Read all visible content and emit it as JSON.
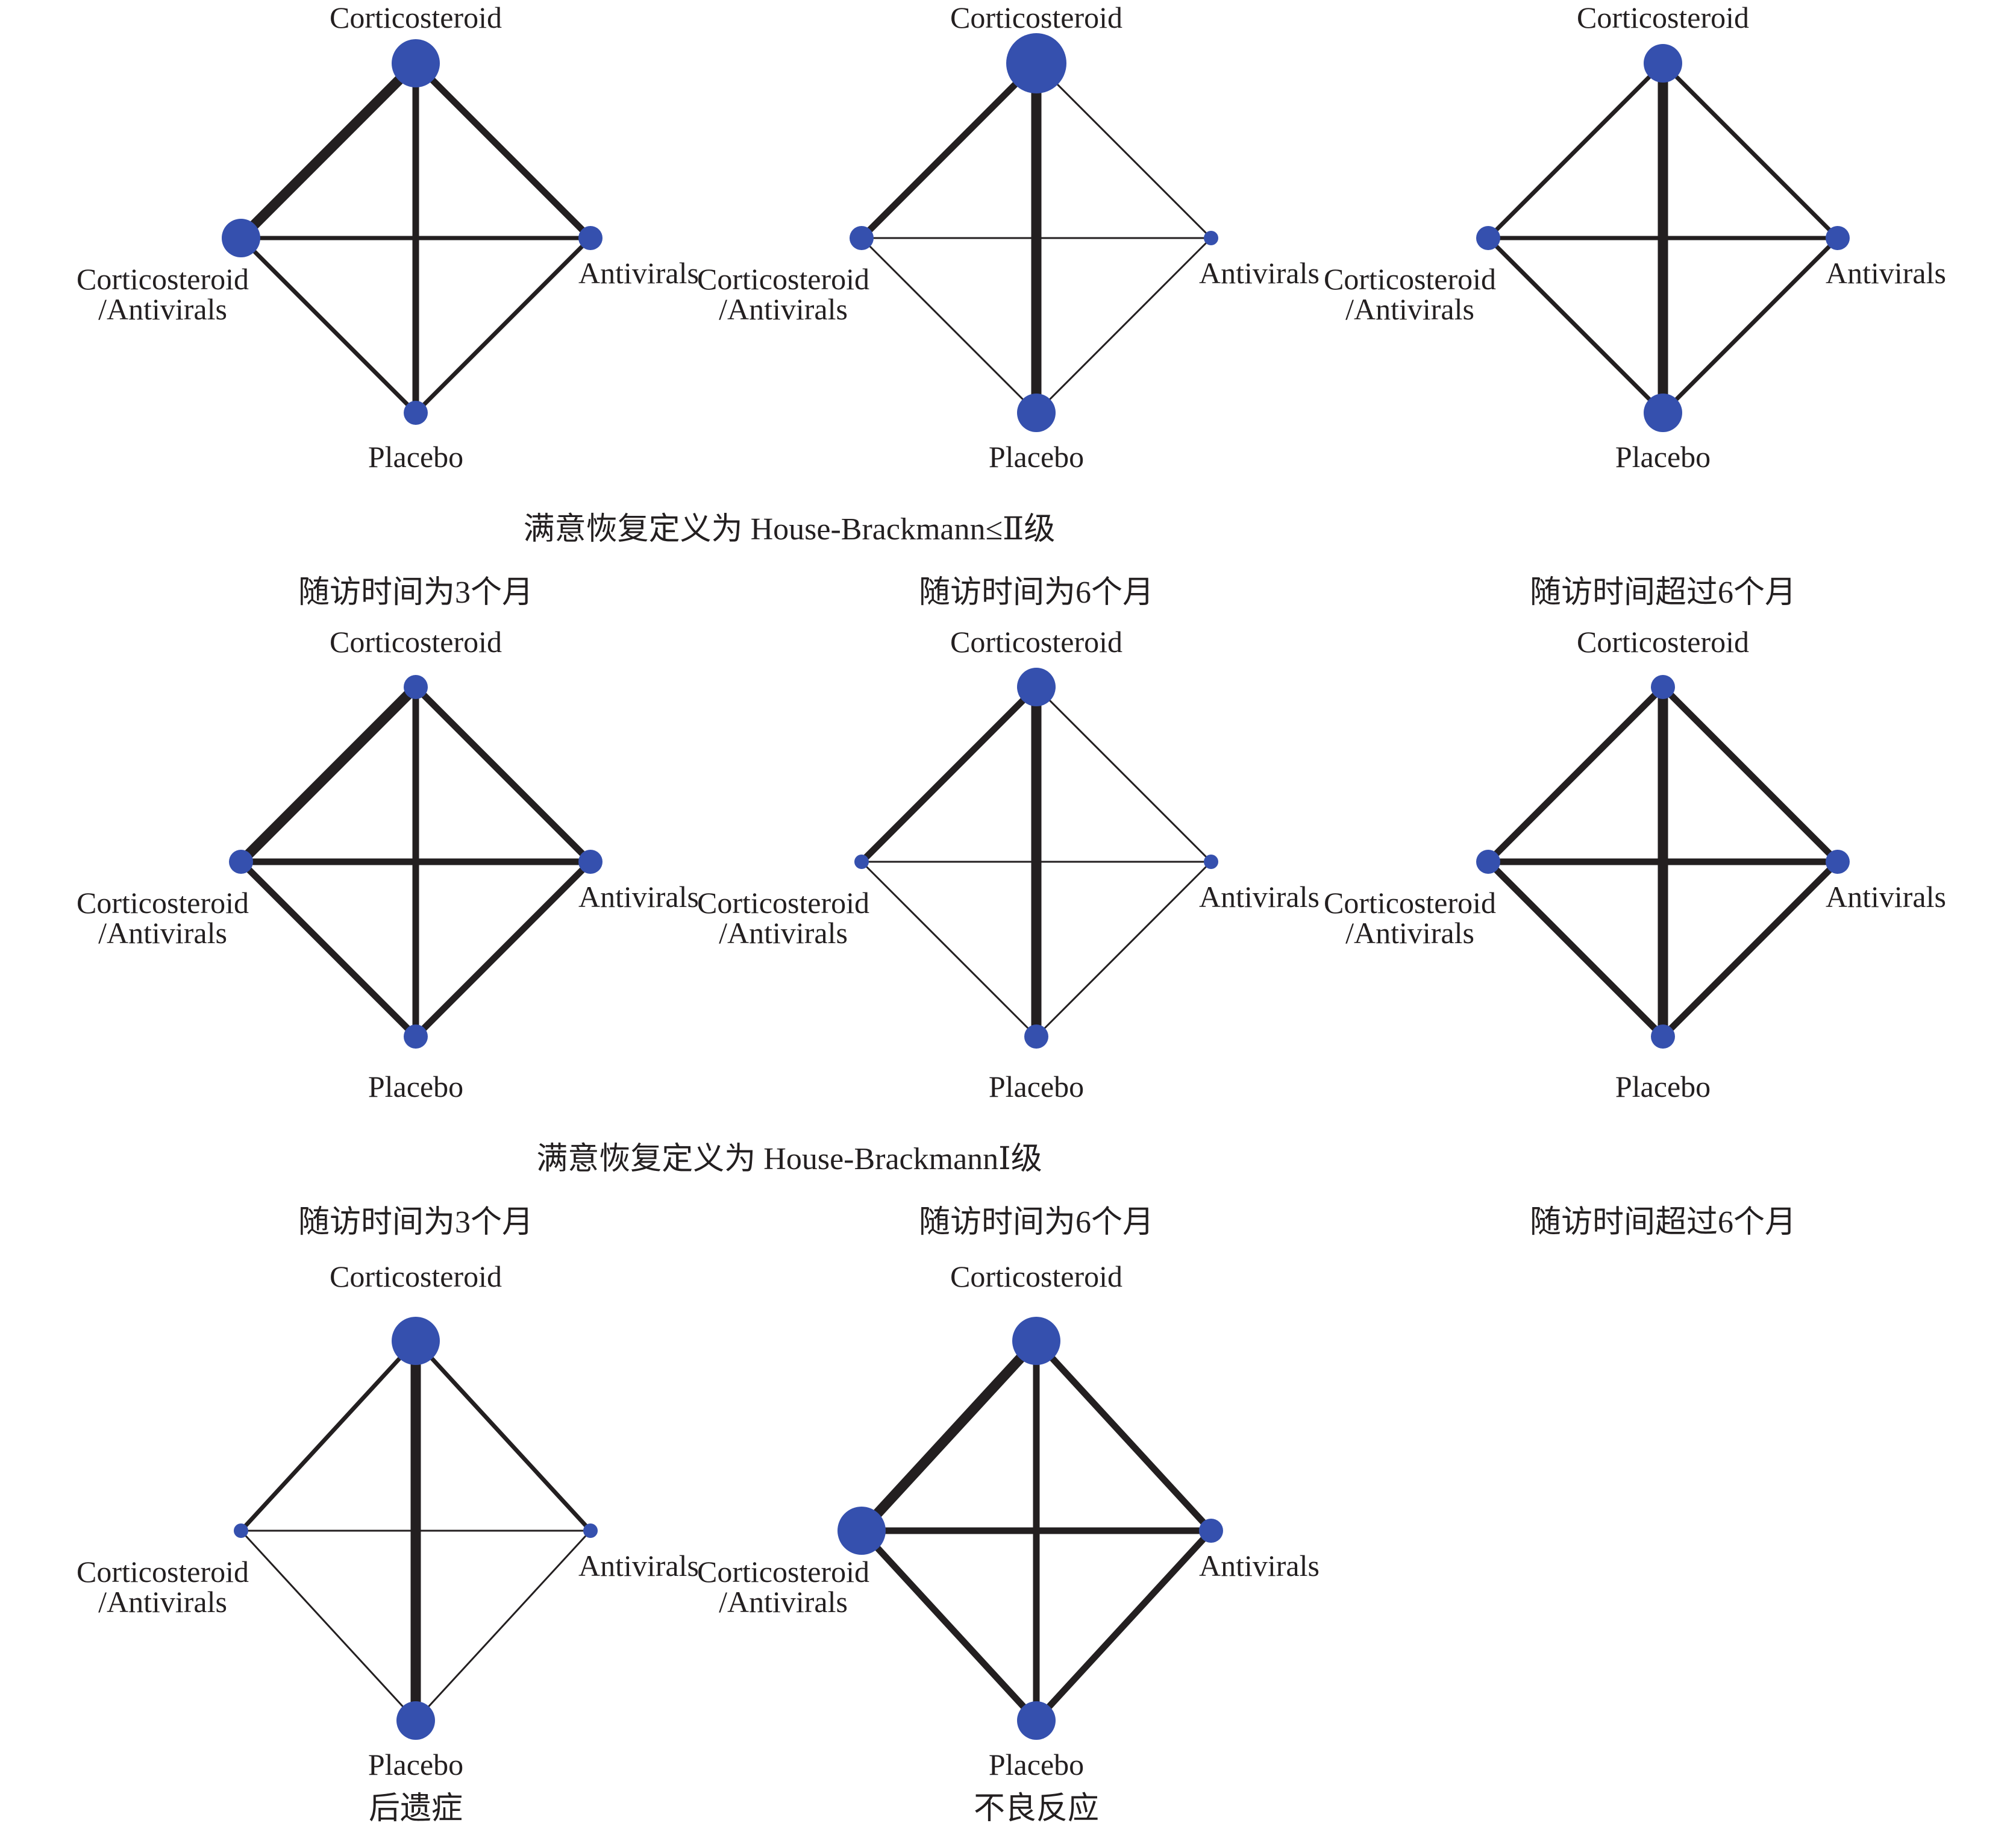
{
  "colors": {
    "node": "#3550ae",
    "edge": "#231f20",
    "background": "#ffffff"
  },
  "node_names": {
    "cs": "Corticosteroid",
    "av": "Antivirals",
    "pl": "Placebo",
    "combo_line1": "Corticosteroid",
    "combo_line2": "/Antivirals"
  },
  "section_titles": {
    "hb_le_2": "满意恢复定义为 House-Brackmann≤Ⅱ级",
    "hb_1": "满意恢复定义为 House-BrackmannⅠ级"
  },
  "networks": [
    {
      "id": "net-1",
      "row": 1,
      "col": 1,
      "heading": "",
      "caption": "",
      "nodes": {
        "cs": 4,
        "combo": 3,
        "av": 2,
        "pl": 2
      },
      "edges": {
        "cs-combo": 4,
        "cs-av": 3,
        "cs-pl": 3,
        "combo-av": 2,
        "combo-pl": 2,
        "av-pl": 2
      }
    },
    {
      "id": "net-2",
      "row": 1,
      "col": 2,
      "heading": "",
      "caption": "",
      "nodes": {
        "cs": 5,
        "combo": 2,
        "av": 1,
        "pl": 3
      },
      "edges": {
        "cs-combo": 3,
        "cs-av": 1,
        "cs-pl": 4,
        "combo-av": 1,
        "combo-pl": 1,
        "av-pl": 1
      }
    },
    {
      "id": "net-3",
      "row": 1,
      "col": 3,
      "heading": "",
      "caption": "",
      "nodes": {
        "cs": 3,
        "combo": 2,
        "av": 2,
        "pl": 3
      },
      "edges": {
        "cs-combo": 2,
        "cs-av": 2,
        "cs-pl": 4,
        "combo-av": 2,
        "combo-pl": 2,
        "av-pl": 2
      }
    },
    {
      "id": "net-4",
      "row": 2,
      "col": 1,
      "heading": "随访时间为3个月",
      "caption": "",
      "nodes": {
        "cs": 2,
        "combo": 2,
        "av": 2,
        "pl": 2
      },
      "edges": {
        "cs-combo": 4,
        "cs-av": 3,
        "cs-pl": 3,
        "combo-av": 3,
        "combo-pl": 3,
        "av-pl": 3
      }
    },
    {
      "id": "net-5",
      "row": 2,
      "col": 2,
      "heading": "随访时间为6个月",
      "caption": "",
      "nodes": {
        "cs": 3,
        "combo": 1,
        "av": 1,
        "pl": 2
      },
      "edges": {
        "cs-combo": 3,
        "cs-av": 1,
        "cs-pl": 4,
        "combo-av": 1,
        "combo-pl": 1,
        "av-pl": 1
      }
    },
    {
      "id": "net-6",
      "row": 2,
      "col": 3,
      "heading": "随访时间超过6个月",
      "caption": "",
      "nodes": {
        "cs": 2,
        "combo": 2,
        "av": 2,
        "pl": 2
      },
      "edges": {
        "cs-combo": 3,
        "cs-av": 3,
        "cs-pl": 4,
        "combo-av": 3,
        "combo-pl": 3,
        "av-pl": 3
      }
    },
    {
      "id": "net-7",
      "row": 3,
      "col": 1,
      "heading": "随访时间为3个月",
      "caption": "后遗症",
      "nodes": {
        "cs": 4,
        "combo": 1,
        "av": 1,
        "pl": 3
      },
      "edges": {
        "cs-combo": 2,
        "cs-av": 2,
        "cs-pl": 4,
        "combo-av": 1,
        "combo-pl": 1,
        "av-pl": 1
      }
    },
    {
      "id": "net-8",
      "row": 3,
      "col": 2,
      "heading": "随访时间为6个月",
      "caption": "不良反应",
      "nodes": {
        "cs": 4,
        "combo": 4,
        "av": 2,
        "pl": 3
      },
      "edges": {
        "cs-combo": 4,
        "cs-av": 3,
        "cs-pl": 3,
        "combo-av": 3,
        "combo-pl": 3,
        "av-pl": 3
      }
    },
    {
      "id": "net-9",
      "row": 3,
      "col": 3,
      "heading": "随访时间超过6个月",
      "caption": ""
    }
  ]
}
